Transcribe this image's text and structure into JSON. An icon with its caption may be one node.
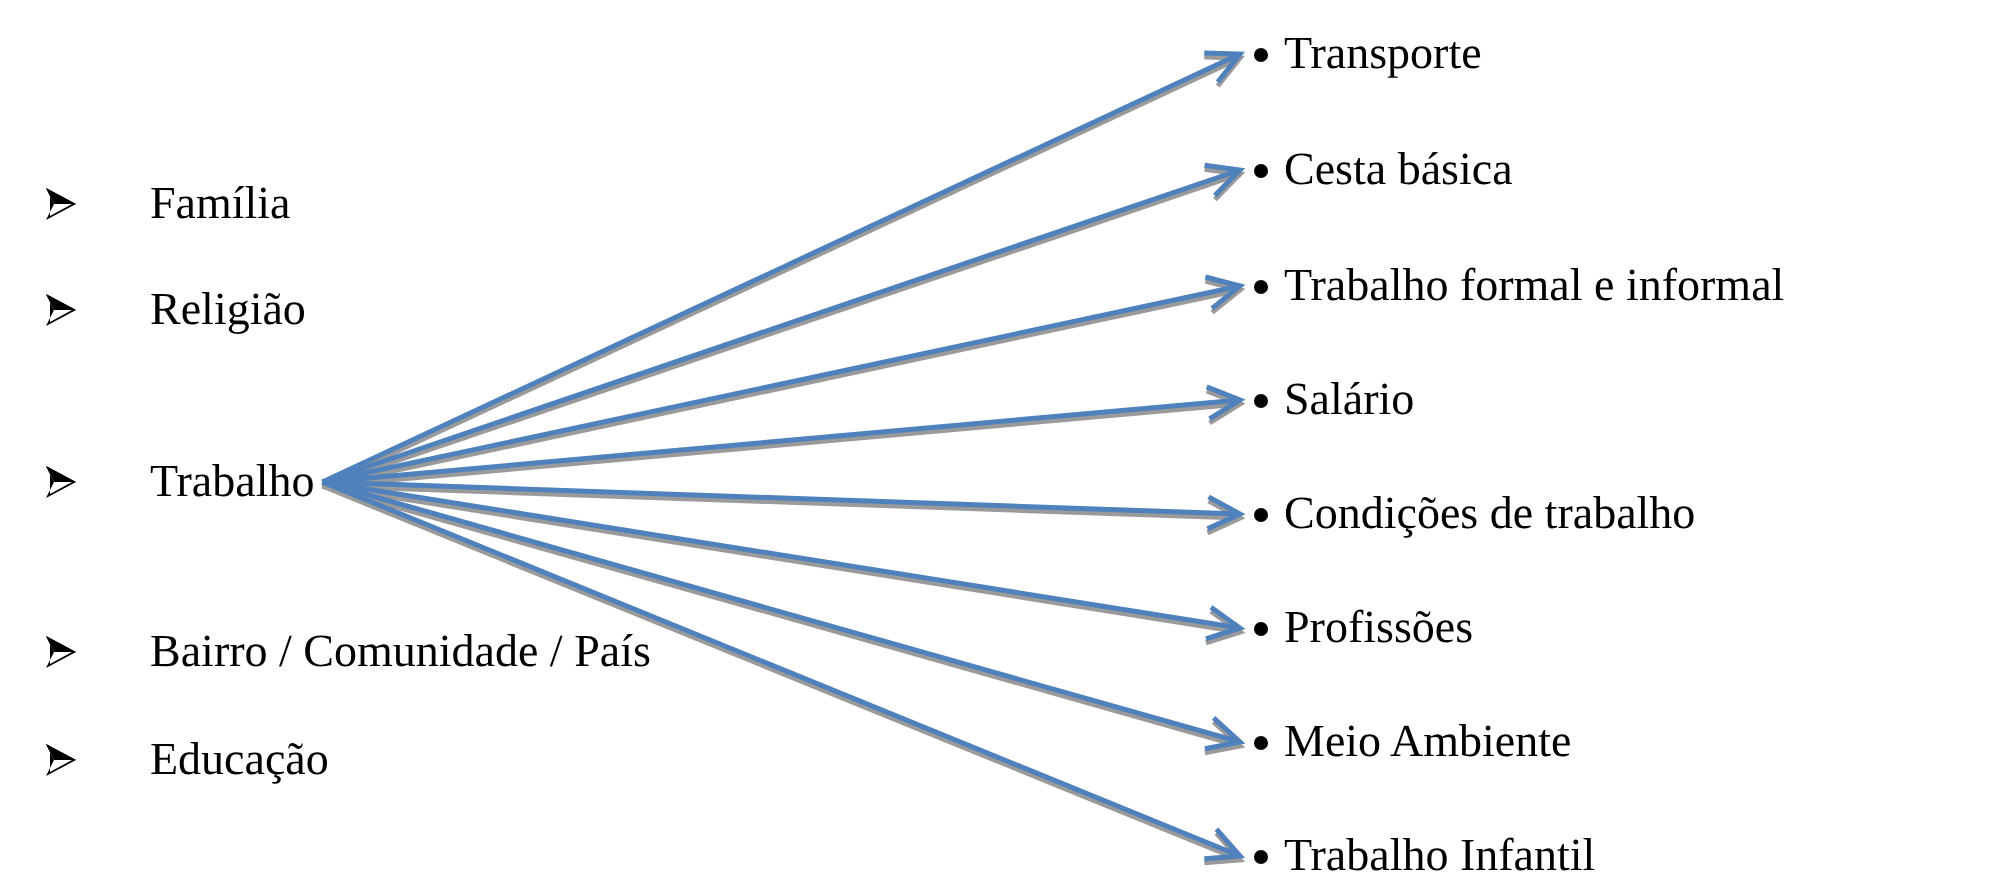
{
  "diagram": {
    "nodes": [
      {
        "text": [
          "Trabalho"
        ]
      },
      {
        "text": [
          "Transporte"
        ]
      },
      {
        "text": [
          "Cesta básica"
        ]
      },
      {
        "text": [
          "Trabalho formal e informal"
        ]
      },
      {
        "text": [
          "Salário"
        ]
      },
      {
        "text": [
          "Condições de trabalho"
        ]
      },
      {
        "text": [
          "Profissões"
        ]
      },
      {
        "text": [
          "Meio Ambiente"
        ]
      },
      {
        "text": [
          "Trabalho Infantil"
        ]
      }
    ],
    "edges": [
      {
        "from": 0,
        "to": 1,
        "arrow": "to"
      },
      {
        "from": 0,
        "to": 2,
        "arrow": "to"
      },
      {
        "from": 0,
        "to": 3,
        "arrow": "to"
      },
      {
        "from": 0,
        "to": 4,
        "arrow": "to"
      },
      {
        "from": 0,
        "to": 5,
        "arrow": "to"
      },
      {
        "from": 0,
        "to": 6,
        "arrow": "to"
      },
      {
        "from": 0,
        "to": 7,
        "arrow": "to"
      },
      {
        "from": 0,
        "to": 8,
        "arrow": "to"
      }
    ],
    "labels": [
      "Família",
      "Religião",
      "Bairro / Comunidade / País",
      "Educação"
    ]
  }
}
